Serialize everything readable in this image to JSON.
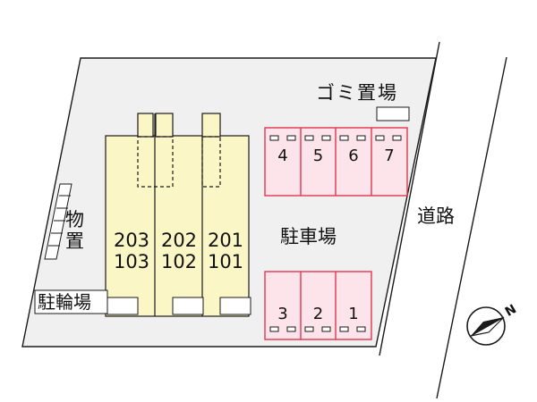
{
  "labels": {
    "garbage": "ゴミ置場",
    "storage_1": "物",
    "storage_2": "置",
    "bicycle": "駐輪場",
    "parking": "駐車場",
    "road": "道路",
    "north": "N"
  },
  "units": [
    {
      "upper": "203",
      "lower": "103"
    },
    {
      "upper": "202",
      "lower": "102"
    },
    {
      "upper": "201",
      "lower": "101"
    }
  ],
  "parking_top": [
    "4",
    "5",
    "6",
    "7"
  ],
  "parking_bottom": [
    "3",
    "2",
    "1"
  ],
  "colors": {
    "lot": "#f0f0f0",
    "building": "#fbf6c6",
    "parking_fill": "#fde3ea",
    "parking_border": "#e2364f",
    "outline": "#1a1a1a"
  }
}
